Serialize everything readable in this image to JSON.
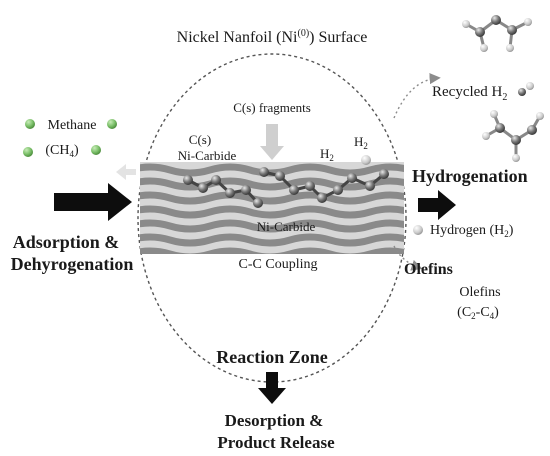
{
  "title": {
    "main": "Nickel Nanfoil (Ni",
    "superscript": "(0)",
    "tail": ") Surface"
  },
  "left": {
    "methane_label": "Methane",
    "methane_formula_open": "(CH",
    "methane_formula_sub": "4",
    "methane_formula_close": ")",
    "adsorption_line1": "Adsorption &",
    "adsorption_line2": "Dehyrogenation"
  },
  "center": {
    "c_fragments": "C(s) fragments",
    "cs_label": "C(s)",
    "ni_carbide_top": "Ni-Carbide",
    "ni_carbide_bottom": "Ni-Carbide",
    "h2_main": "H",
    "h2_sub": "2",
    "h2_right_main": "H",
    "h2_right_sub": "2",
    "cc_coupling": "C-C Coupling",
    "reaction_zone": "Reaction Zone"
  },
  "bottom": {
    "desorption_line1": "Desorption &",
    "desorption_line2": "Product Release"
  },
  "right": {
    "recycled_main": "Recycled H",
    "recycled_sub": "2",
    "hydrogenation": "Hydrogenation",
    "hydrogen_main": "Hydrogen (H",
    "hydrogen_sub": "2",
    "hydrogen_close": ")",
    "olefins_bold": "Olefins",
    "olefins_plain": "Olefins",
    "olefins_range_open": "(C",
    "olefins_range_sub1": "2",
    "olefins_range_mid": "-C",
    "olefins_range_sub2": "4",
    "olefins_range_close": ")"
  },
  "colors": {
    "methane_green": "#7cc06a",
    "arrow_black": "#0d0d0d",
    "layer_dark": "#8a8a8a",
    "layer_light": "#d7d7d7",
    "atom_gray": "#6b6b6b",
    "dash_gray": "#8c8c8c"
  }
}
